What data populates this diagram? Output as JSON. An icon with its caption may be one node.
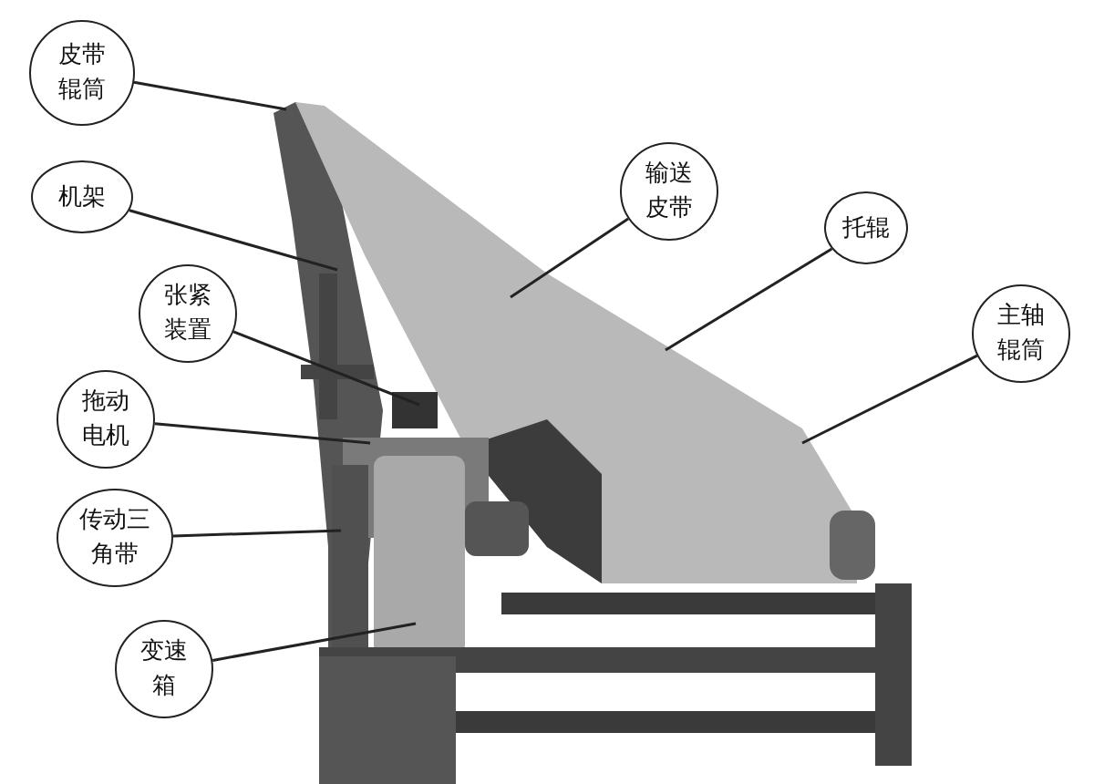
{
  "diagram": {
    "nodes": [
      {
        "text": [
          "皮带辊筒"
        ]
      },
      {
        "text": [
          "机架"
        ]
      },
      {
        "text": [
          "张紧装置"
        ]
      },
      {
        "text": [
          "拖动电机"
        ]
      },
      {
        "text": [
          "传动三角带"
        ]
      },
      {
        "text": [
          "变速箱"
        ]
      },
      {
        "text": [
          "输送皮带"
        ]
      },
      {
        "text": [
          "托辊"
        ]
      },
      {
        "text": [
          "主轴辊筒"
        ]
      }
    ],
    "edges": [
      {
        "from": 0,
        "to": null,
        "arrow": "none"
      },
      {
        "from": 1,
        "to": null,
        "arrow": "none"
      },
      {
        "from": 2,
        "to": null,
        "arrow": "none"
      },
      {
        "from": 3,
        "to": null,
        "arrow": "none"
      },
      {
        "from": 4,
        "to": null,
        "arrow": "none"
      },
      {
        "from": 5,
        "to": null,
        "arrow": "none"
      },
      {
        "from": 6,
        "to": null,
        "arrow": "none"
      },
      {
        "from": 7,
        "to": null,
        "arrow": "none"
      },
      {
        "from": 8,
        "to": null,
        "arrow": "none"
      }
    ]
  }
}
